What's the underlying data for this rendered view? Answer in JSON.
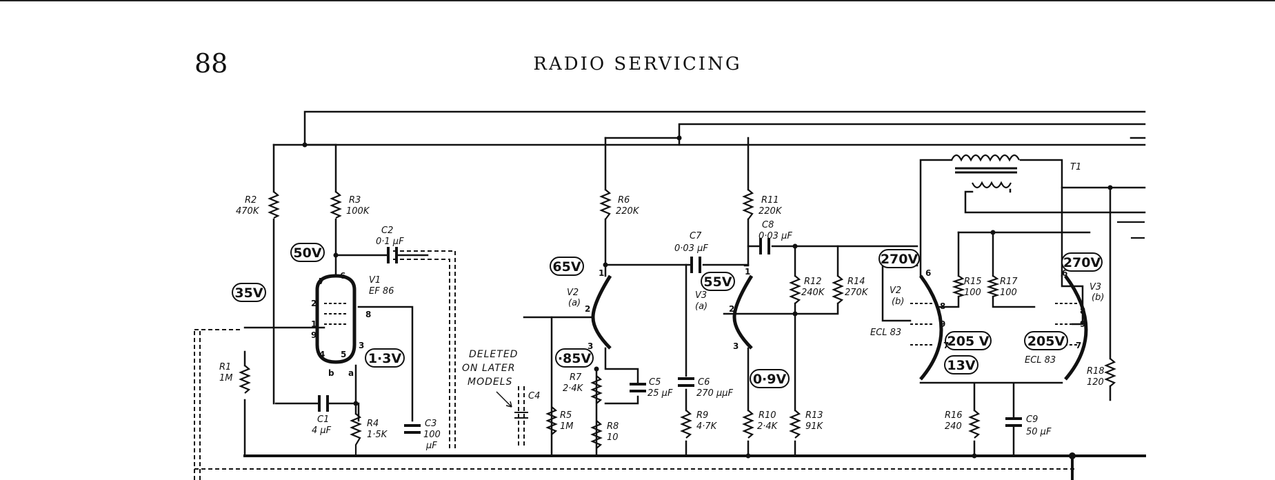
{
  "header": {
    "page_number": "88",
    "running_head": "RADIO SERVICING"
  },
  "schematic": {
    "components": {
      "r2": {
        "ref": "R2",
        "value": "470K"
      },
      "r3": {
        "ref": "R3",
        "value": "100K"
      },
      "c2": {
        "ref": "C2",
        "value": "0·1 µF"
      },
      "v1": {
        "ref": "V1",
        "type": "EF 86"
      },
      "r1": {
        "ref": "R1",
        "value": "1M"
      },
      "c1": {
        "ref": "C1",
        "value": "4 µF"
      },
      "r4": {
        "ref": "R4",
        "value": "1·5K"
      },
      "c3": {
        "ref": "C3",
        "value1": "100",
        "value2": "µF"
      },
      "c4": {
        "ref": "C4"
      },
      "r6": {
        "ref": "R6",
        "value": "220K"
      },
      "c7": {
        "ref": "C7",
        "value": "0·03 µF"
      },
      "v2a": {
        "ref": "V2",
        "section": "(a)"
      },
      "v3a": {
        "ref": "V3",
        "section": "(a)"
      },
      "r5": {
        "ref": "R5",
        "value": "1M"
      },
      "r7": {
        "ref": "R7",
        "value": "2·4K"
      },
      "c5": {
        "ref": "C5",
        "value": "25 µF"
      },
      "c6": {
        "ref": "C6",
        "value": "270 µµF"
      },
      "r8": {
        "ref": "R8",
        "value": "10"
      },
      "r9": {
        "ref": "R9",
        "value": "4·7K"
      },
      "r11": {
        "ref": "R11",
        "value": "220K"
      },
      "c8": {
        "ref": "C8",
        "value": "0·03 µF"
      },
      "r12": {
        "ref": "R12",
        "value": "240K"
      },
      "r14": {
        "ref": "R14",
        "value": "270K"
      },
      "r10": {
        "ref": "R10",
        "value": "2·4K"
      },
      "r13": {
        "ref": "R13",
        "value": "91K"
      },
      "v2b": {
        "ref": "V2",
        "section": "(b)",
        "type": "ECL 83"
      },
      "v3b": {
        "ref": "V3",
        "section": "(b)",
        "type": "ECL 83"
      },
      "r15": {
        "ref": "R15",
        "value": "100"
      },
      "r17": {
        "ref": "R17",
        "value": "100"
      },
      "r16": {
        "ref": "R16",
        "value": "240"
      },
      "c9": {
        "ref": "C9",
        "value": "50 µF"
      },
      "r18": {
        "ref": "R18",
        "value": "120"
      },
      "t1": {
        "ref": "T1"
      }
    },
    "voltages": {
      "v50": "50V",
      "v35": "35V",
      "v13": "1·3V",
      "v65": "65V",
      "v85": "·85V",
      "v55": "55V",
      "v09": "0·9V",
      "v270a": "270V",
      "v270b": "270V",
      "v205a": "205 V",
      "v205b": "205V",
      "v13b": "13V"
    },
    "note": {
      "line1": "DELETED",
      "line2": "ON LATER",
      "line3": "MODELS"
    },
    "pin_labels": [
      "1",
      "2",
      "3",
      "4",
      "5",
      "6",
      "7",
      "8",
      "9",
      "a",
      "b"
    ]
  }
}
